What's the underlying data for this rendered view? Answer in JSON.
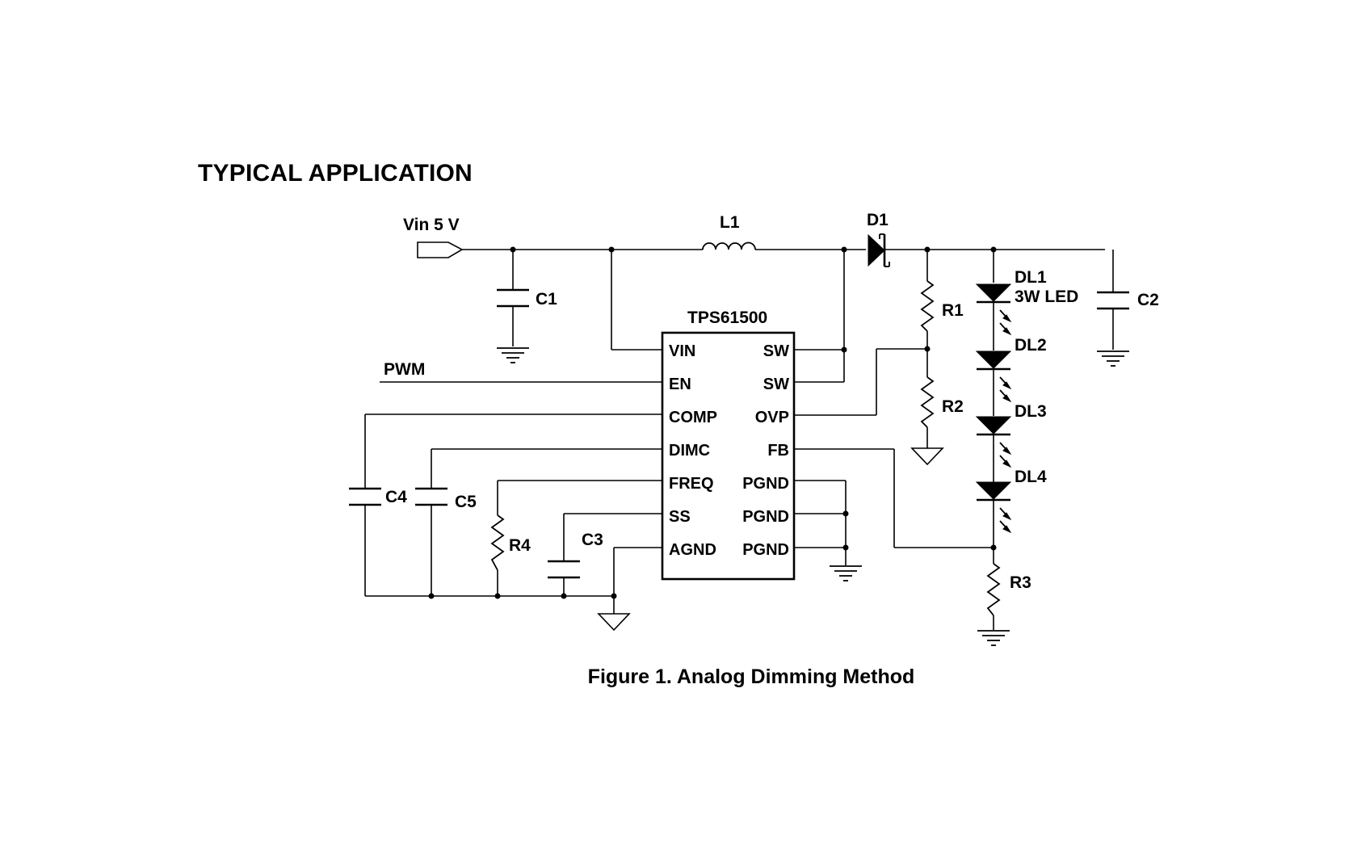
{
  "heading": "TYPICAL APPLICATION",
  "caption": "Figure 1. Analog Dimming Method",
  "ic": {
    "name": "TPS61500",
    "left_pins": [
      "VIN",
      "EN",
      "COMP",
      "DIMC",
      "FREQ",
      "SS",
      "AGND"
    ],
    "right_pins": [
      "SW",
      "SW",
      "OVP",
      "FB",
      "PGND",
      "PGND",
      "PGND"
    ]
  },
  "labels": {
    "vin": "Vin 5 V",
    "pwm": "PWM",
    "l1": "L1",
    "d1": "D1",
    "c1": "C1",
    "c2": "C2",
    "c3": "C3",
    "c4": "C4",
    "c5": "C5",
    "r1": "R1",
    "r2": "R2",
    "r3": "R3",
    "r4": "R4",
    "dl1": "DL1",
    "dl1_note": "3W LED",
    "dl2": "DL2",
    "dl3": "DL3",
    "dl4": "DL4"
  }
}
